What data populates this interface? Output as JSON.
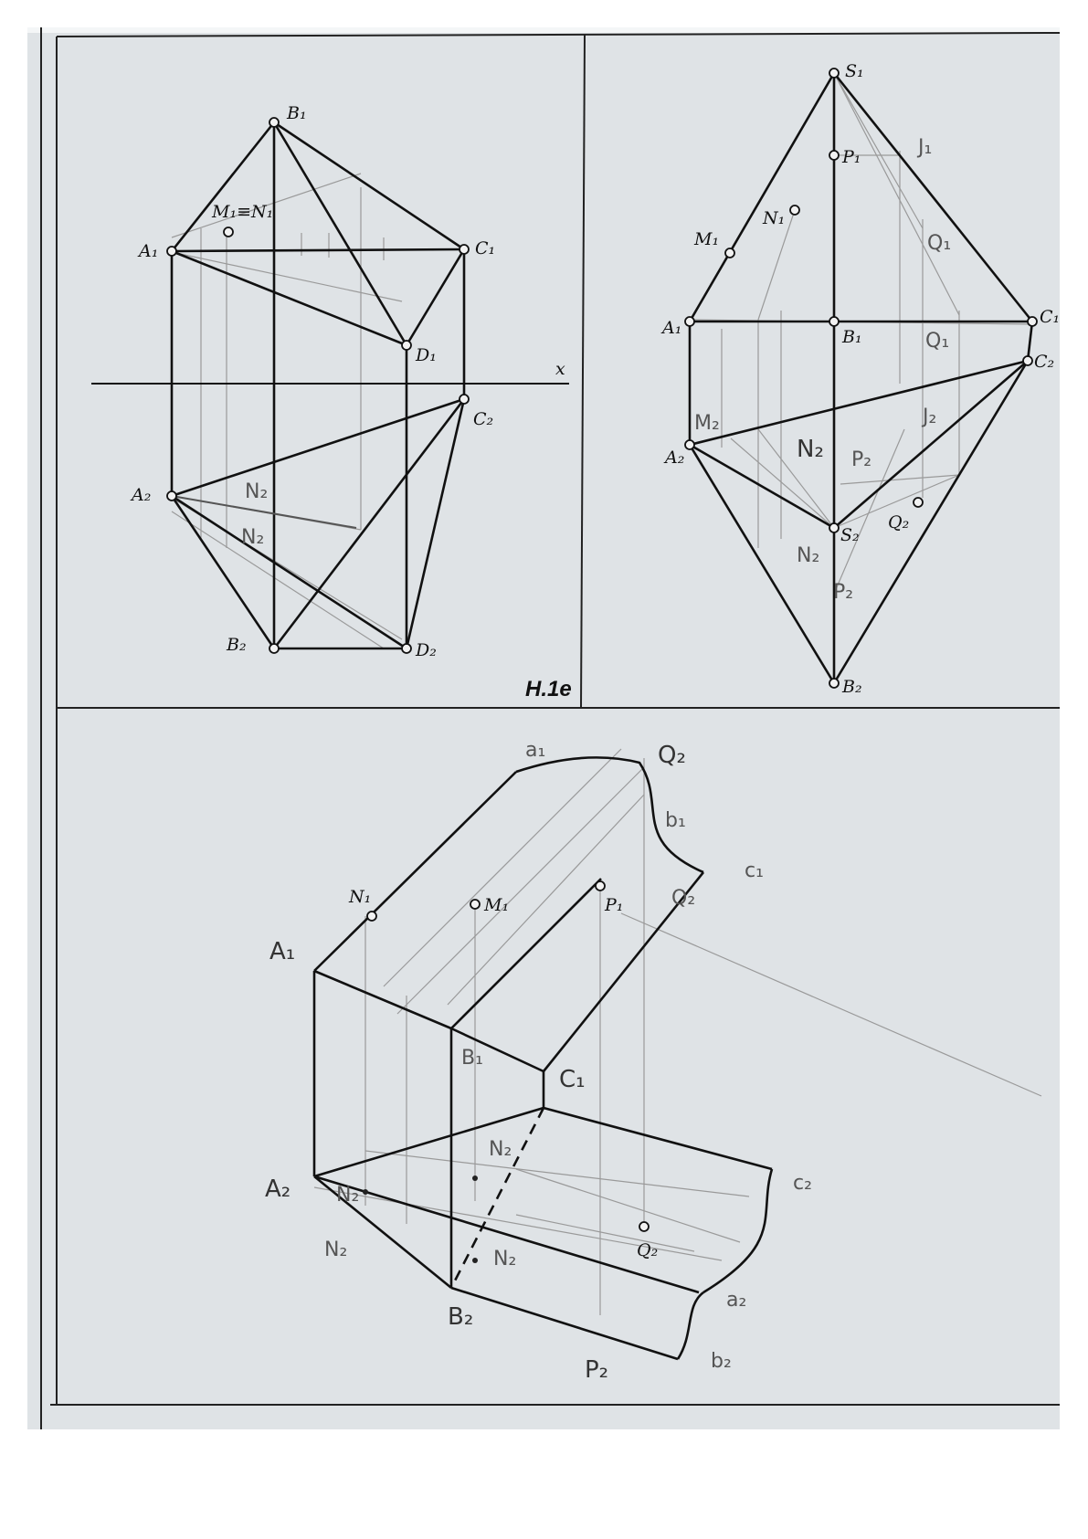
{
  "panel_a": {
    "tag": "H.1e",
    "labels": {
      "B1": "B₁",
      "M1N1": "M₁≡N₁",
      "A1": "A₁",
      "C1": "C₁",
      "D1": "D₁",
      "x": "x",
      "C2": "C₂",
      "A2": "A₂",
      "B2": "B₂",
      "D2": "D₂"
    },
    "handwritten": {
      "N2a": "N₂",
      "N2b": "N₂"
    }
  },
  "panel_b": {
    "labels": {
      "S1": "S₁",
      "P1": "P₁",
      "N1": "N₁",
      "M1": "M₁",
      "A1": "A₁",
      "B1": "B₁",
      "C1": "C₁",
      "C2": "C₂",
      "A2": "A₂",
      "S2": "S₂",
      "Q2": "Q₂",
      "B2": "B₂"
    },
    "handwritten": {
      "J1": "J₁",
      "Q1a": "Q₁",
      "Q1b": "Q₁",
      "M2": "M₂",
      "N2big": "N₂",
      "P2a": "P₂",
      "J2": "J₂",
      "N2": "N₂",
      "P2b": "P₂"
    }
  },
  "panel_c": {
    "labels": {
      "N1": "N₁",
      "M1": "M₁",
      "P1": "P₁",
      "Q2": "Q₂"
    },
    "handwritten": {
      "a1": "a₁",
      "Q2top": "Q₂",
      "b1": "b₁",
      "c1": "c₁",
      "Q2mid": "Q₂",
      "A1": "A₁",
      "B1": "B₁",
      "C1": "C₁",
      "N2a": "N₂",
      "A2": "A₂",
      "N2b": "N₂",
      "N2c": "N₂",
      "N2d": "N₂",
      "c2": "c₂",
      "B2": "B₂",
      "a2": "a₂",
      "P2": "P₂",
      "b2": "b₂"
    }
  }
}
